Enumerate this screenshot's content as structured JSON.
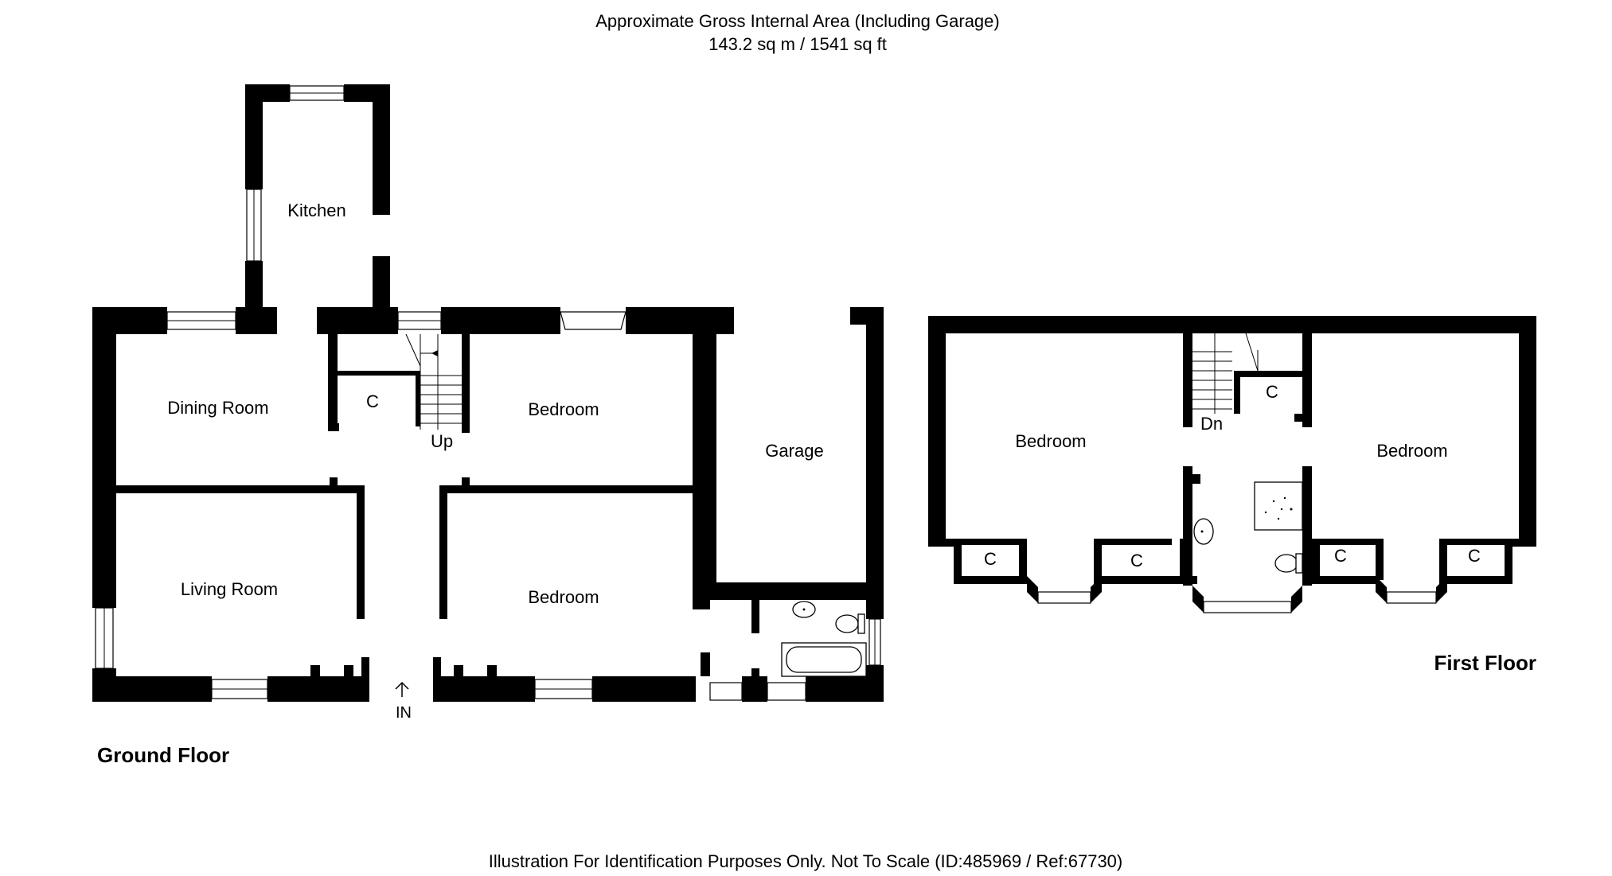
{
  "header": {
    "area_title": "Approximate Gross Internal Area (Including Garage)",
    "area_value": "143.2 sq m / 1541 sq ft"
  },
  "footer": {
    "disclaimer": "Illustration For Identification Purposes Only. Not To Scale (ID:485969 / Ref:67730)"
  },
  "ground_floor": {
    "label": "Ground Floor",
    "rooms": {
      "kitchen": "Kitchen",
      "dining": "Dining Room",
      "cupboard": "C",
      "stairs_up": "Up",
      "bedroom_rear": "Bedroom",
      "garage": "Garage",
      "living": "Living Room",
      "bedroom_front": "Bedroom"
    },
    "entrance": "IN"
  },
  "first_floor": {
    "label": "First Floor",
    "rooms": {
      "bedroom_left": "Bedroom",
      "stairs_down": "Dn",
      "cupboard_stair": "C",
      "bedroom_right": "Bedroom",
      "cupboard_1": "C",
      "cupboard_2": "C",
      "cupboard_3": "C",
      "cupboard_4": "C"
    }
  }
}
